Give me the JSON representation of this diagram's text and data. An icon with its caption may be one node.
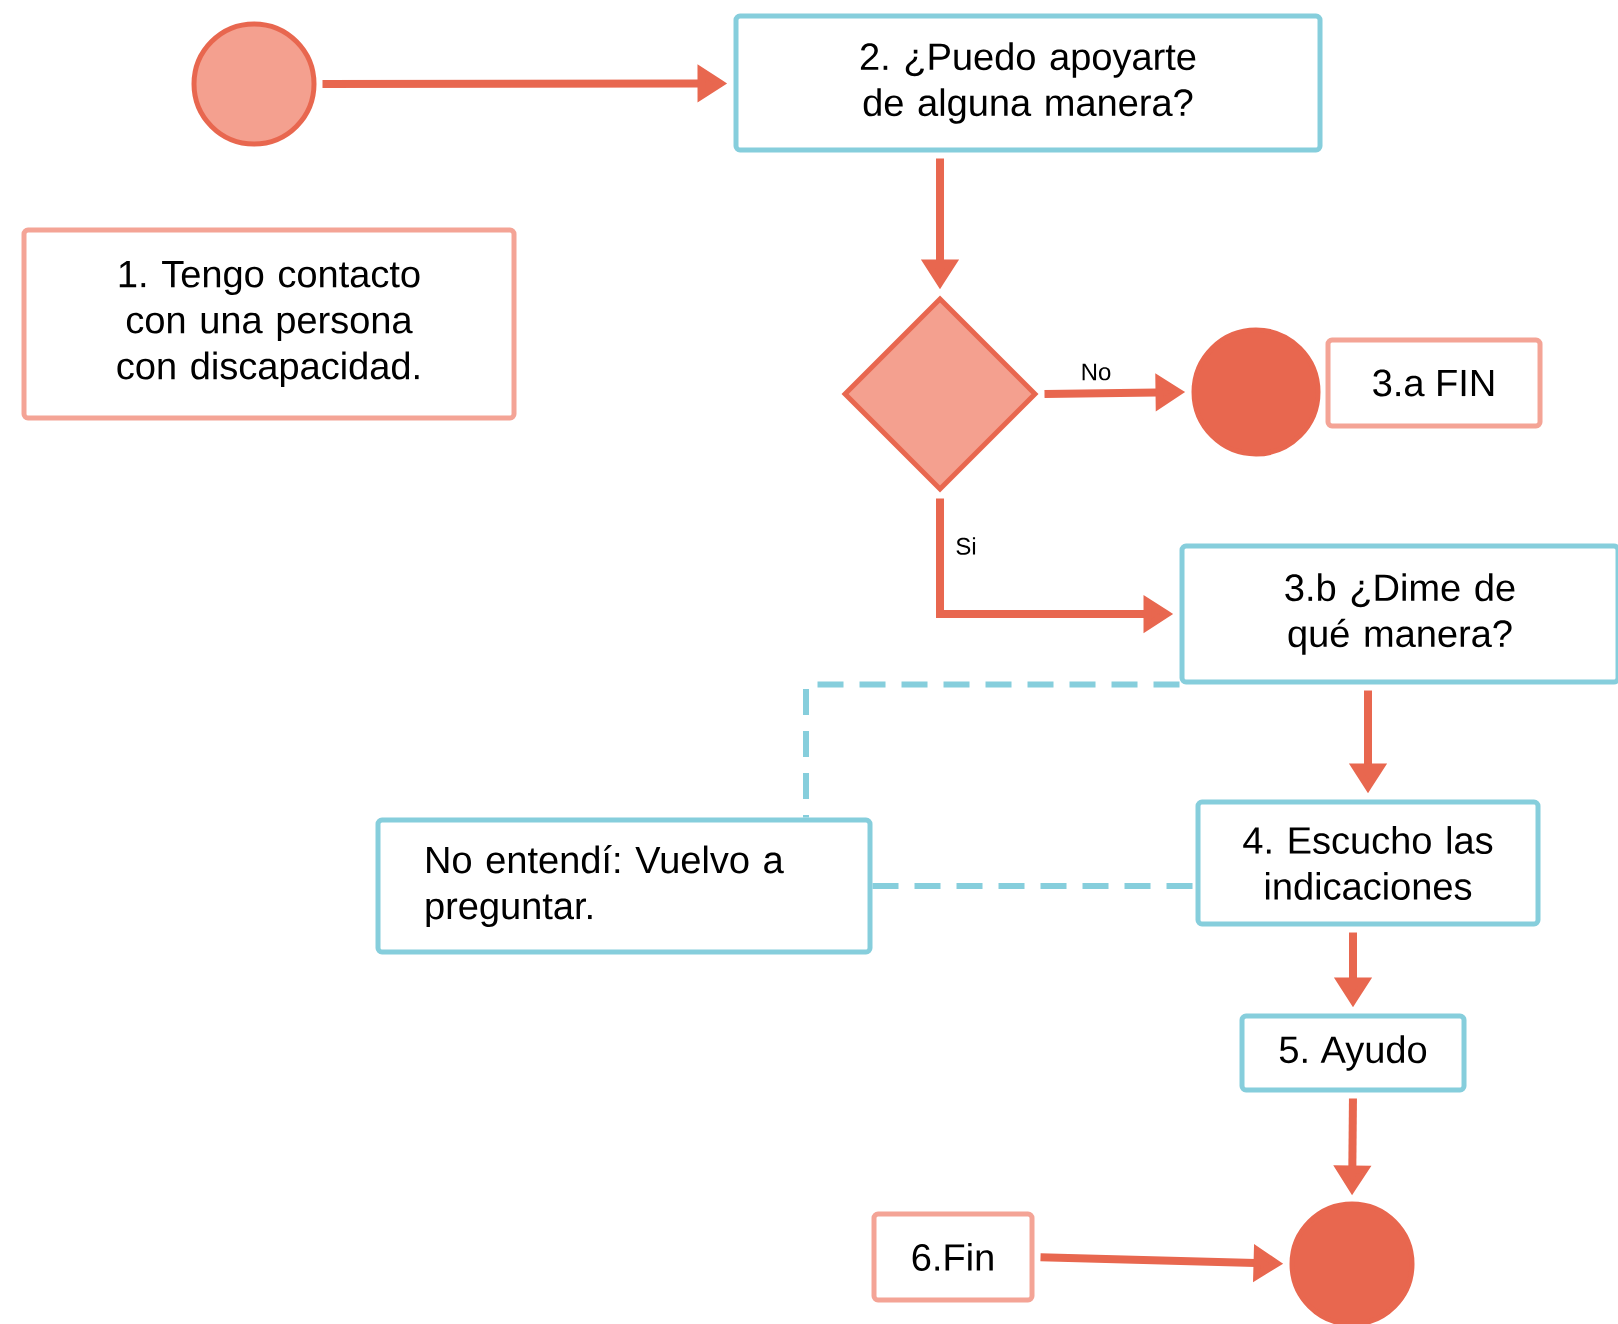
{
  "diagram": {
    "nodes": [
      {
        "text": [],
        "shape": "circle"
      },
      {
        "text": [
          "1. Tengo contacto con una persona con discapacidad."
        ]
      },
      {
        "text": [
          "2. ¿Puedo apoyarte de alguna manera?"
        ]
      },
      {
        "text": [],
        "shape": "diamond"
      },
      {
        "text": [],
        "shape": "circle"
      },
      {
        "text": [
          "3.a FIN"
        ]
      },
      {
        "text": [
          "3.b ¿Dime de qué manera?"
        ]
      },
      {
        "text": [
          "No entendí: Vuelvo a preguntar."
        ]
      },
      {
        "text": [
          "4. Escucho las indicaciones"
        ]
      },
      {
        "text": [
          "5. Ayudo"
        ]
      },
      {
        "text": [
          "6.Fin"
        ]
      },
      {
        "text": [],
        "shape": "circle"
      }
    ],
    "edges": [
      {
        "from": 0,
        "to": 2,
        "arrow": "to"
      },
      {
        "from": 2,
        "to": 3,
        "arrow": "to"
      },
      {
        "from": 3,
        "to": 4,
        "arrow": "to",
        "label": "No"
      },
      {
        "from": 3,
        "to": 6,
        "arrow": "to",
        "label": "Si"
      },
      {
        "from": 6,
        "to": 7,
        "arrow": "none",
        "style": "dashed",
        "color": "#86cedc"
      },
      {
        "from": 7,
        "to": 8,
        "arrow": "none",
        "style": "dashed",
        "color": "#86cedc"
      },
      {
        "from": 6,
        "to": 8,
        "arrow": "to"
      },
      {
        "from": 8,
        "to": 9,
        "arrow": "to"
      },
      {
        "from": 9,
        "to": 11,
        "arrow": "to"
      },
      {
        "from": 10,
        "to": 11,
        "arrow": "to"
      }
    ]
  }
}
